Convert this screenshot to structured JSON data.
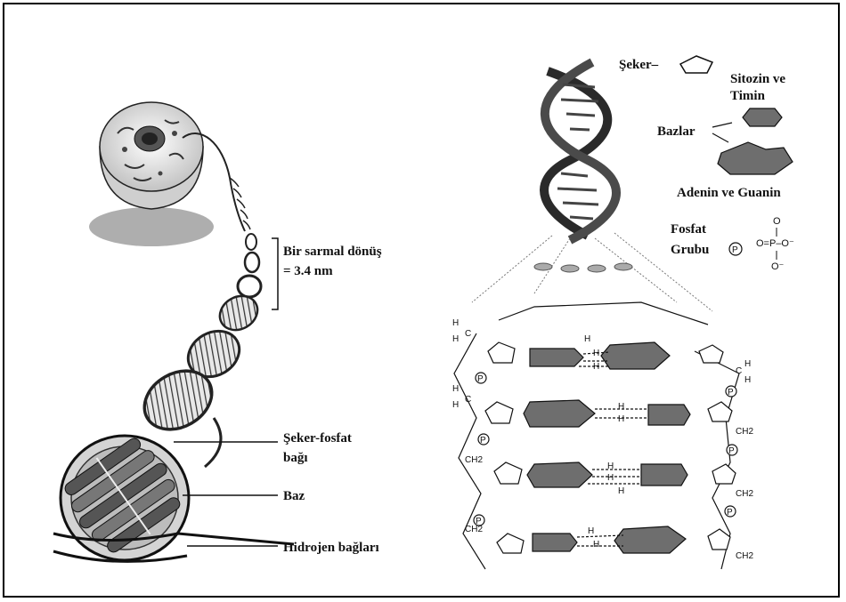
{
  "labels": {
    "helix_turn_line1": "Bir sarmal dönüş",
    "helix_turn_line2": "= 3.4 nm",
    "sugar_phosphate_line1": "Şeker-fosfat",
    "sugar_phosphate_line2": "bağı",
    "base": "Baz",
    "hydrogen_bonds": "Hidrojen bağları",
    "legend_sugar": "Şeker–",
    "legend_pyrimidines_line1": "Sitozin ve",
    "legend_pyrimidines_line2": "Timin",
    "legend_bases": "Bazlar",
    "legend_purines": "Adenin ve Guanin",
    "legend_phosphate_line1": "Fosfat",
    "legend_phosphate_line2": "Grubu",
    "phosphate_symbol": "P"
  },
  "chem": {
    "h": "H",
    "c": "C",
    "ch2": "CH2",
    "hbond": "H",
    "o": "O",
    "o_minus": "O⁻",
    "p_eq": "O=P–O⁻"
  },
  "colors": {
    "ink": "#111111",
    "base_fill": "#6e6e6e",
    "strand": "#3a3a3a",
    "shadow": "#9a9a9a"
  }
}
